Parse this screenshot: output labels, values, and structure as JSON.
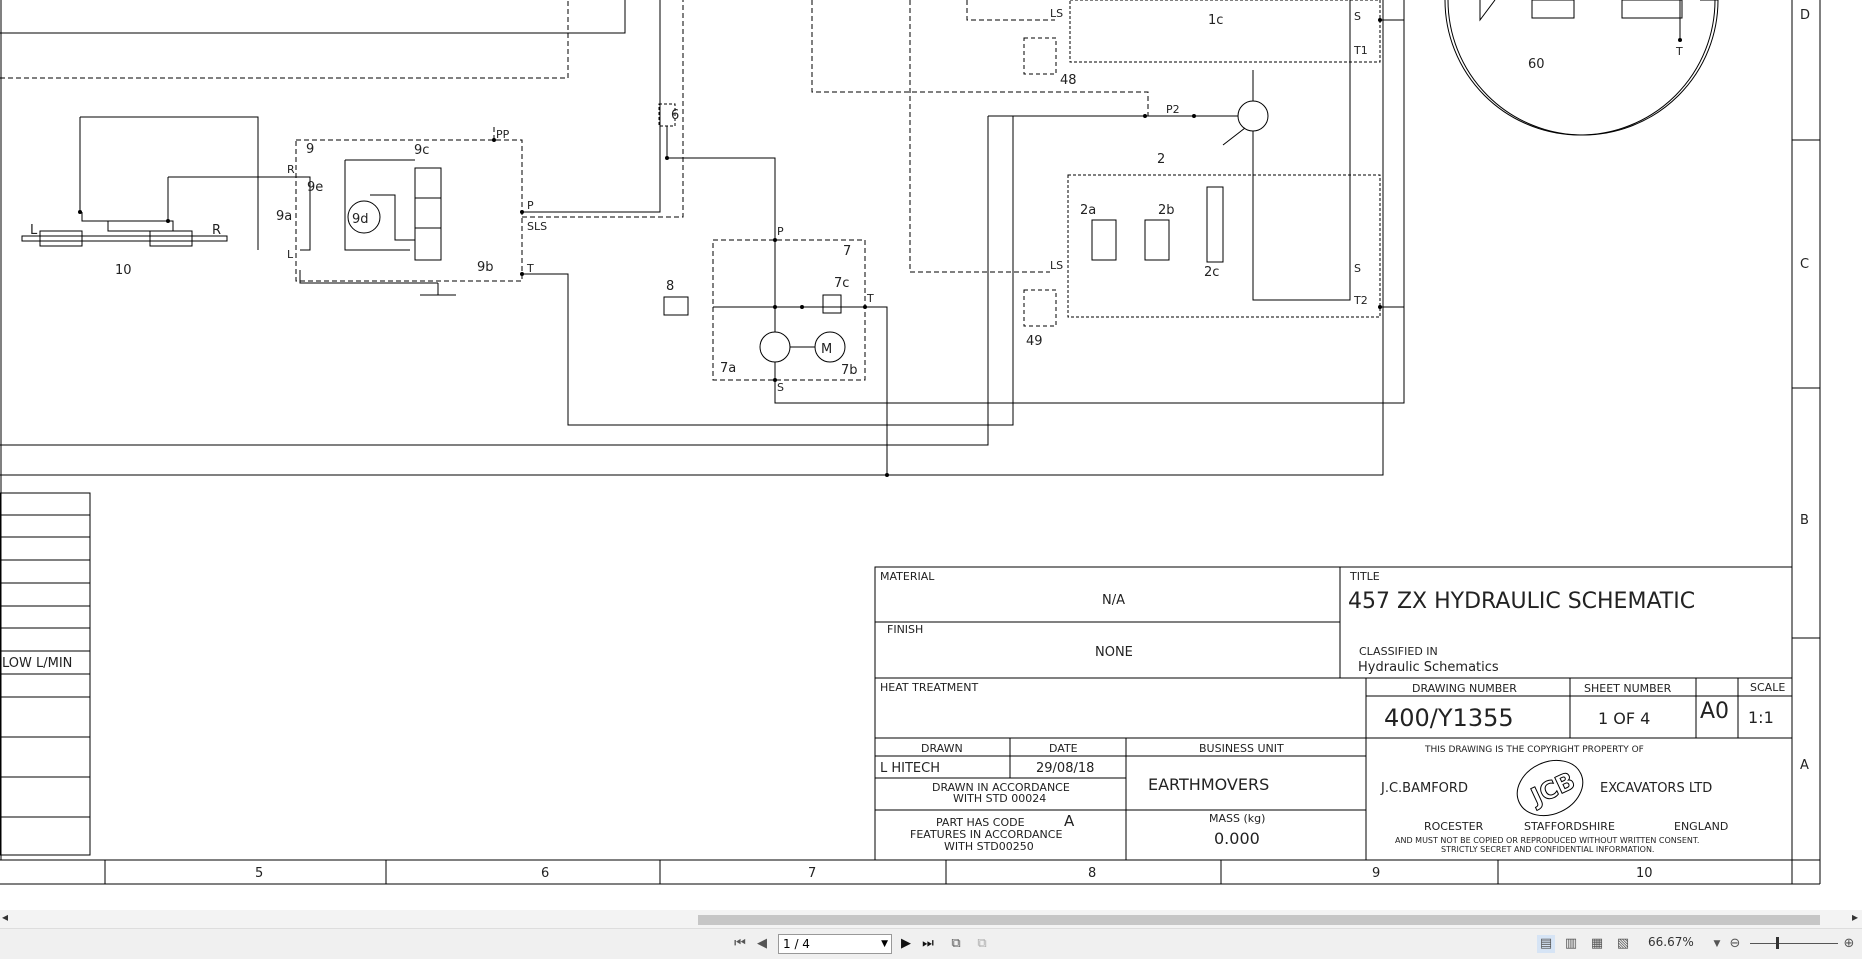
{
  "drawing": {
    "labels": {
      "c10": "10",
      "c9": "9",
      "c9c": "9c",
      "c9e": "9e",
      "c9a": "9a",
      "c9d": "9d",
      "c9b": "9b",
      "pp": "PP",
      "p": "P",
      "sls": "SLS",
      "t": "T",
      "r": "R",
      "l": "L",
      "c8": "8",
      "c7": "7",
      "c7a": "7a",
      "c7b": "7b",
      "c7c": "7c",
      "s": "S",
      "m": "M",
      "c48": "48",
      "c49": "49",
      "c2": "2",
      "c2a": "2a",
      "c2b": "2b",
      "c2c": "2c",
      "ls": "LS",
      "p2": "P2",
      "t1": "T1",
      "t2": "T2",
      "c1c": "1c",
      "c60": "60",
      "c6": "6"
    },
    "row_letters": [
      "D",
      "C",
      "B",
      "A"
    ],
    "column_numbers": [
      "5",
      "6",
      "7",
      "8",
      "9",
      "10"
    ],
    "left_table_label": "LOW L/MIN"
  },
  "title_block": {
    "material_label": "MATERIAL",
    "material_value": "N/A",
    "finish_label": "FINISH",
    "finish_value": "NONE",
    "heat_label": "HEAT TREATMENT",
    "title_label": "TITLE",
    "title_value": "457 ZX HYDRAULIC SCHEMATIC",
    "classified_label": "CLASSIFIED IN",
    "classified_value": "Hydraulic Schematics",
    "drawing_number_label": "DRAWING NUMBER",
    "drawing_number": "400/Y1355",
    "sheet_number_label": "SHEET NUMBER",
    "sheet_number": "1 OF 4",
    "size": "A0",
    "scale_label": "SCALE",
    "scale": "1:1",
    "drawn_label": "DRAWN",
    "date_label": "DATE",
    "drawn_by": "L HITECH",
    "date": "29/08/18",
    "business_unit_label": "BUSINESS UNIT",
    "business_unit": "EARTHMOVERS",
    "accordance_1": "DRAWN IN ACCORDANCE",
    "accordance_2": "WITH STD 00024",
    "part_code_1": "PART HAS CODE",
    "part_code_letter": "A",
    "part_code_2": "FEATURES IN ACCORDANCE",
    "part_code_3": "WITH STD00250",
    "mass_label": "MASS (kg)",
    "mass": "0.000",
    "copyright": "THIS DRAWING IS THE COPYRIGHT PROPERTY OF",
    "company_left": "J.C.BAMFORD",
    "company_right": "EXCAVATORS LTD",
    "logo": "JCB",
    "loc1": "ROCESTER",
    "loc2": "STAFFORDSHIRE",
    "loc3": "ENGLAND",
    "legal1": "AND MUST NOT BE COPIED OR REPRODUCED WITHOUT WRITTEN CONSENT.",
    "legal2": "STRICTLY SECRET AND CONFIDENTIAL INFORMATION."
  },
  "viewer": {
    "page_value": "1 / 4",
    "zoom": "66.67%",
    "icons": [
      "first-page-icon",
      "prev-page-icon",
      "next-page-icon",
      "last-page-icon",
      "rotate-icon",
      "export-icon",
      "single-page-icon",
      "continuous-icon",
      "facing-icon",
      "book-icon",
      "zoom-out-icon",
      "zoom-in-icon"
    ]
  }
}
